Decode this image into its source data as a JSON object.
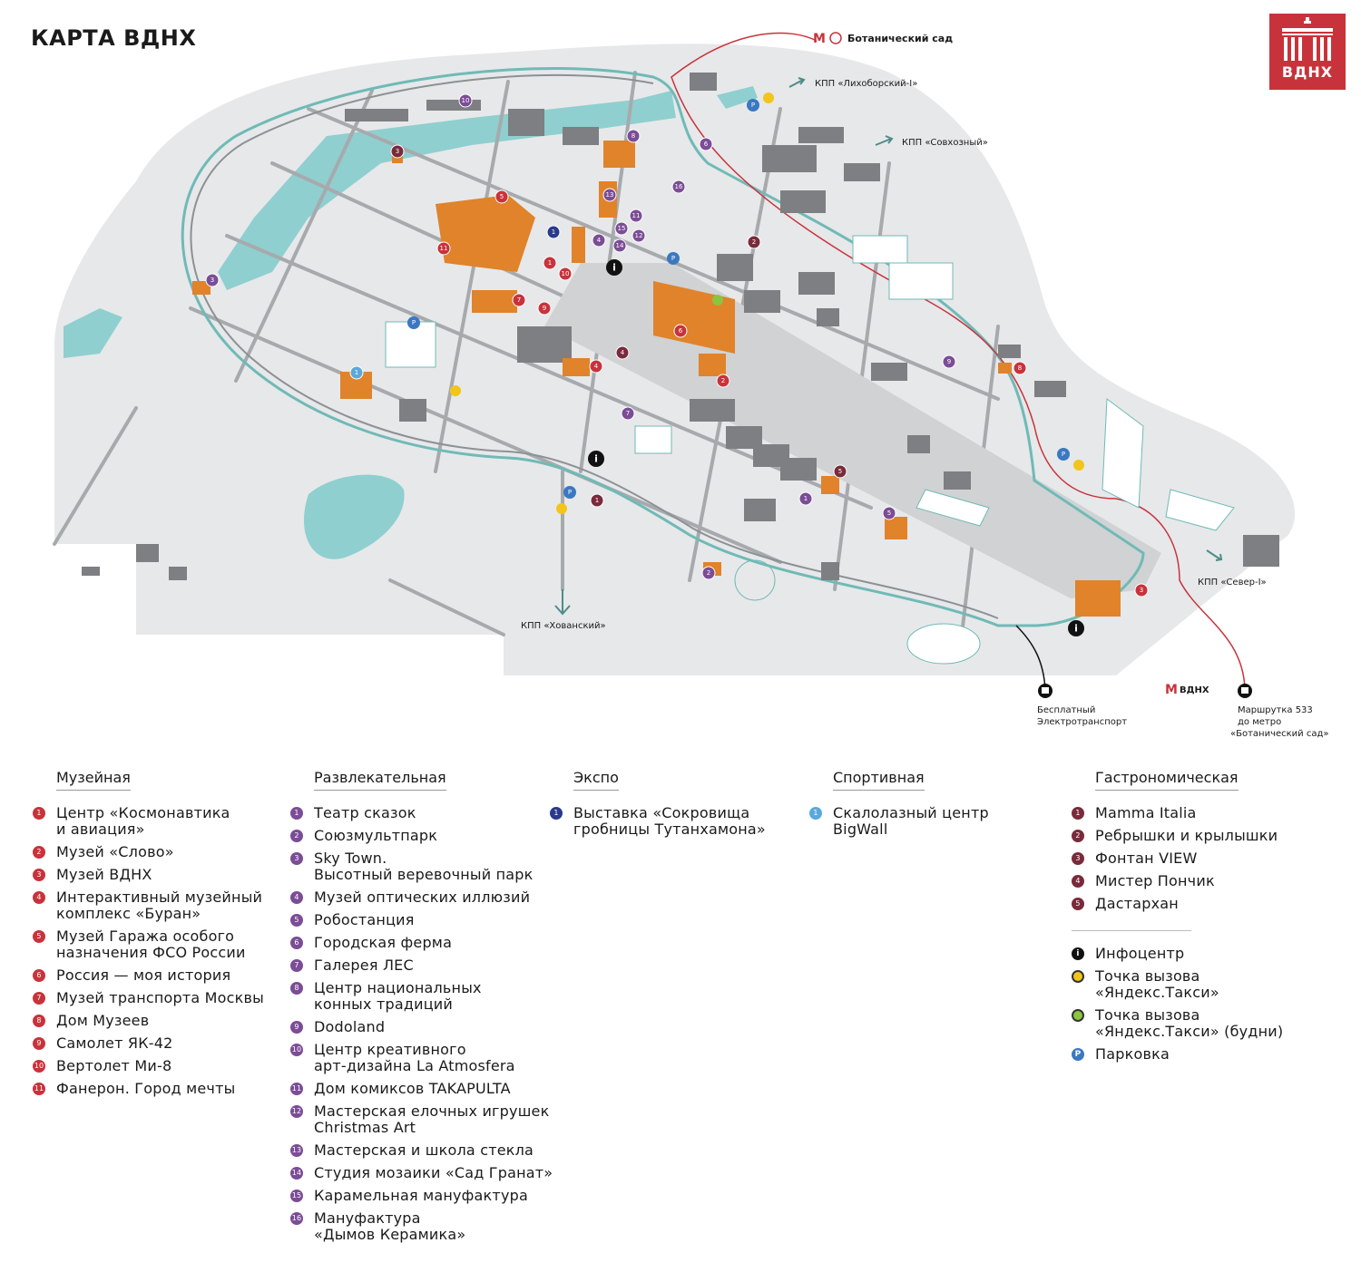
{
  "title": "КАРТА ВДНХ",
  "logo_text": "ВДНХ",
  "colors": {
    "museum": "#c8333b",
    "entertainment": "#7b4d96",
    "expo": "#2a3a8c",
    "sport": "#5aa9dc",
    "gastro": "#7a2a3a",
    "info": "#111111",
    "taxi": "#f2c51b",
    "taxi_weekday": "#8bc53f",
    "parking": "#3b78c2",
    "road": "#a7aaad",
    "ground": "#e7e8ea",
    "water": "#8fcfcf",
    "transit_line": "#6fbab6",
    "metro_line": "#c8333b",
    "building": "#7d7f82",
    "pavilion": "#e0832a"
  },
  "map_labels": {
    "metro_botanical": "Ботанический сад",
    "metro_vdnh": "ВДНХ",
    "kpp_likhoborsky": "КПП «Лихоборский-I»",
    "kpp_sovkhozny": "КПП «Совхозный»",
    "kpp_sever": "КПП «Север-I»",
    "kpp_khovansky": "КПП «Хованский»",
    "free_transport_1": "Бесплатный",
    "free_transport_2": "Электротранспорт",
    "shuttle_1": "Маршрутка 533",
    "shuttle_2": "до метро",
    "shuttle_3": "«Ботанический сад»"
  },
  "map_icons": {
    "info": "i",
    "parking": "P",
    "metro": "M",
    "bus": "bus-icon"
  },
  "map_markers": [
    {
      "cat": "museum",
      "n": "1"
    },
    {
      "cat": "museum",
      "n": "2"
    },
    {
      "cat": "museum",
      "n": "3"
    },
    {
      "cat": "museum",
      "n": "4"
    },
    {
      "cat": "museum",
      "n": "5"
    },
    {
      "cat": "museum",
      "n": "6"
    },
    {
      "cat": "museum",
      "n": "7"
    },
    {
      "cat": "museum",
      "n": "8"
    },
    {
      "cat": "museum",
      "n": "9"
    },
    {
      "cat": "museum",
      "n": "10"
    },
    {
      "cat": "museum",
      "n": "11"
    },
    {
      "cat": "entertainment",
      "n": "1"
    },
    {
      "cat": "entertainment",
      "n": "2"
    },
    {
      "cat": "entertainment",
      "n": "3"
    },
    {
      "cat": "entertainment",
      "n": "4"
    },
    {
      "cat": "entertainment",
      "n": "5"
    },
    {
      "cat": "entertainment",
      "n": "6"
    },
    {
      "cat": "entertainment",
      "n": "7"
    },
    {
      "cat": "entertainment",
      "n": "8"
    },
    {
      "cat": "entertainment",
      "n": "9"
    },
    {
      "cat": "entertainment",
      "n": "10"
    },
    {
      "cat": "entertainment",
      "n": "11"
    },
    {
      "cat": "entertainment",
      "n": "12"
    },
    {
      "cat": "entertainment",
      "n": "13"
    },
    {
      "cat": "entertainment",
      "n": "14"
    },
    {
      "cat": "entertainment",
      "n": "15"
    },
    {
      "cat": "entertainment",
      "n": "16"
    },
    {
      "cat": "expo",
      "n": "1"
    },
    {
      "cat": "sport",
      "n": "1"
    },
    {
      "cat": "gastro",
      "n": "1"
    },
    {
      "cat": "gastro",
      "n": "2"
    },
    {
      "cat": "gastro",
      "n": "3"
    },
    {
      "cat": "gastro",
      "n": "4"
    },
    {
      "cat": "gastro",
      "n": "5"
    }
  ],
  "legend": {
    "museum": {
      "heading": "Музейная",
      "items": [
        {
          "n": "1",
          "text": "Центр «Космонавтика\nи авиация»"
        },
        {
          "n": "2",
          "text": "Музей «Слово»"
        },
        {
          "n": "3",
          "text": "Музей ВДНХ"
        },
        {
          "n": "4",
          "text": "Интерактивный музейный\nкомплекс «Буран»"
        },
        {
          "n": "5",
          "text": "Музей Гаража особого\nназначения ФСО России"
        },
        {
          "n": "6",
          "text": "Россия — моя история"
        },
        {
          "n": "7",
          "text": "Музей транспорта Москвы"
        },
        {
          "n": "8",
          "text": "Дом Музеев"
        },
        {
          "n": "9",
          "text": "Самолет ЯК-42"
        },
        {
          "n": "10",
          "text": "Вертолет Ми-8"
        },
        {
          "n": "11",
          "text": "Фанерон. Город мечты"
        }
      ]
    },
    "entertainment": {
      "heading": "Развлекательная",
      "items": [
        {
          "n": "1",
          "text": "Театр сказок"
        },
        {
          "n": "2",
          "text": "Союзмультпарк"
        },
        {
          "n": "3",
          "text": "Sky Town.\nВысотный веревочный парк"
        },
        {
          "n": "4",
          "text": "Музей оптических иллюзий"
        },
        {
          "n": "5",
          "text": "Робостанция"
        },
        {
          "n": "6",
          "text": "Городская ферма"
        },
        {
          "n": "7",
          "text": "Галерея ЛЕС"
        },
        {
          "n": "8",
          "text": "Центр национальных\nконных традиций"
        },
        {
          "n": "9",
          "text": "Dodoland"
        },
        {
          "n": "10",
          "text": "Центр креативного\nарт-дизайна La Atmosfera"
        },
        {
          "n": "11",
          "text": "Дом комиксов TAKAPULTA"
        },
        {
          "n": "12",
          "text": "Мастерская елочных игрушек\nChristmas Art"
        },
        {
          "n": "13",
          "text": "Мастерская и школа стекла"
        },
        {
          "n": "14",
          "text": "Студия мозаики «Сад Гранат»"
        },
        {
          "n": "15",
          "text": "Карамельная мануфактура"
        },
        {
          "n": "16",
          "text": "Мануфактура\n«Дымов Керамика»"
        }
      ]
    },
    "expo": {
      "heading": "Экспо",
      "items": [
        {
          "n": "1",
          "text": "Выставка «Сокровища\nгробницы Тутанхамона»"
        }
      ]
    },
    "sport": {
      "heading": "Спортивная",
      "items": [
        {
          "n": "1",
          "text": "Скалолазный центр\nBigWall"
        }
      ]
    },
    "gastro": {
      "heading": "Гастрономическая",
      "items": [
        {
          "n": "1",
          "text": "Mamma Italia"
        },
        {
          "n": "2",
          "text": "Ребрышки и крылышки"
        },
        {
          "n": "3",
          "text": "Фонтан VIEW"
        },
        {
          "n": "4",
          "text": "Мистер Пончик"
        },
        {
          "n": "5",
          "text": "Дастархан"
        }
      ]
    },
    "services": [
      {
        "key": "info",
        "symbol": "i",
        "text": "Инфоцентр"
      },
      {
        "key": "taxi",
        "symbol": "",
        "text": "Точка вызова\n«Яндекс.Такси»"
      },
      {
        "key": "taxi_weekday",
        "symbol": "",
        "text": "Точка вызова\n«Яндекс.Такси» (будни)"
      },
      {
        "key": "parking",
        "symbol": "P",
        "text": "Парковка"
      }
    ]
  }
}
